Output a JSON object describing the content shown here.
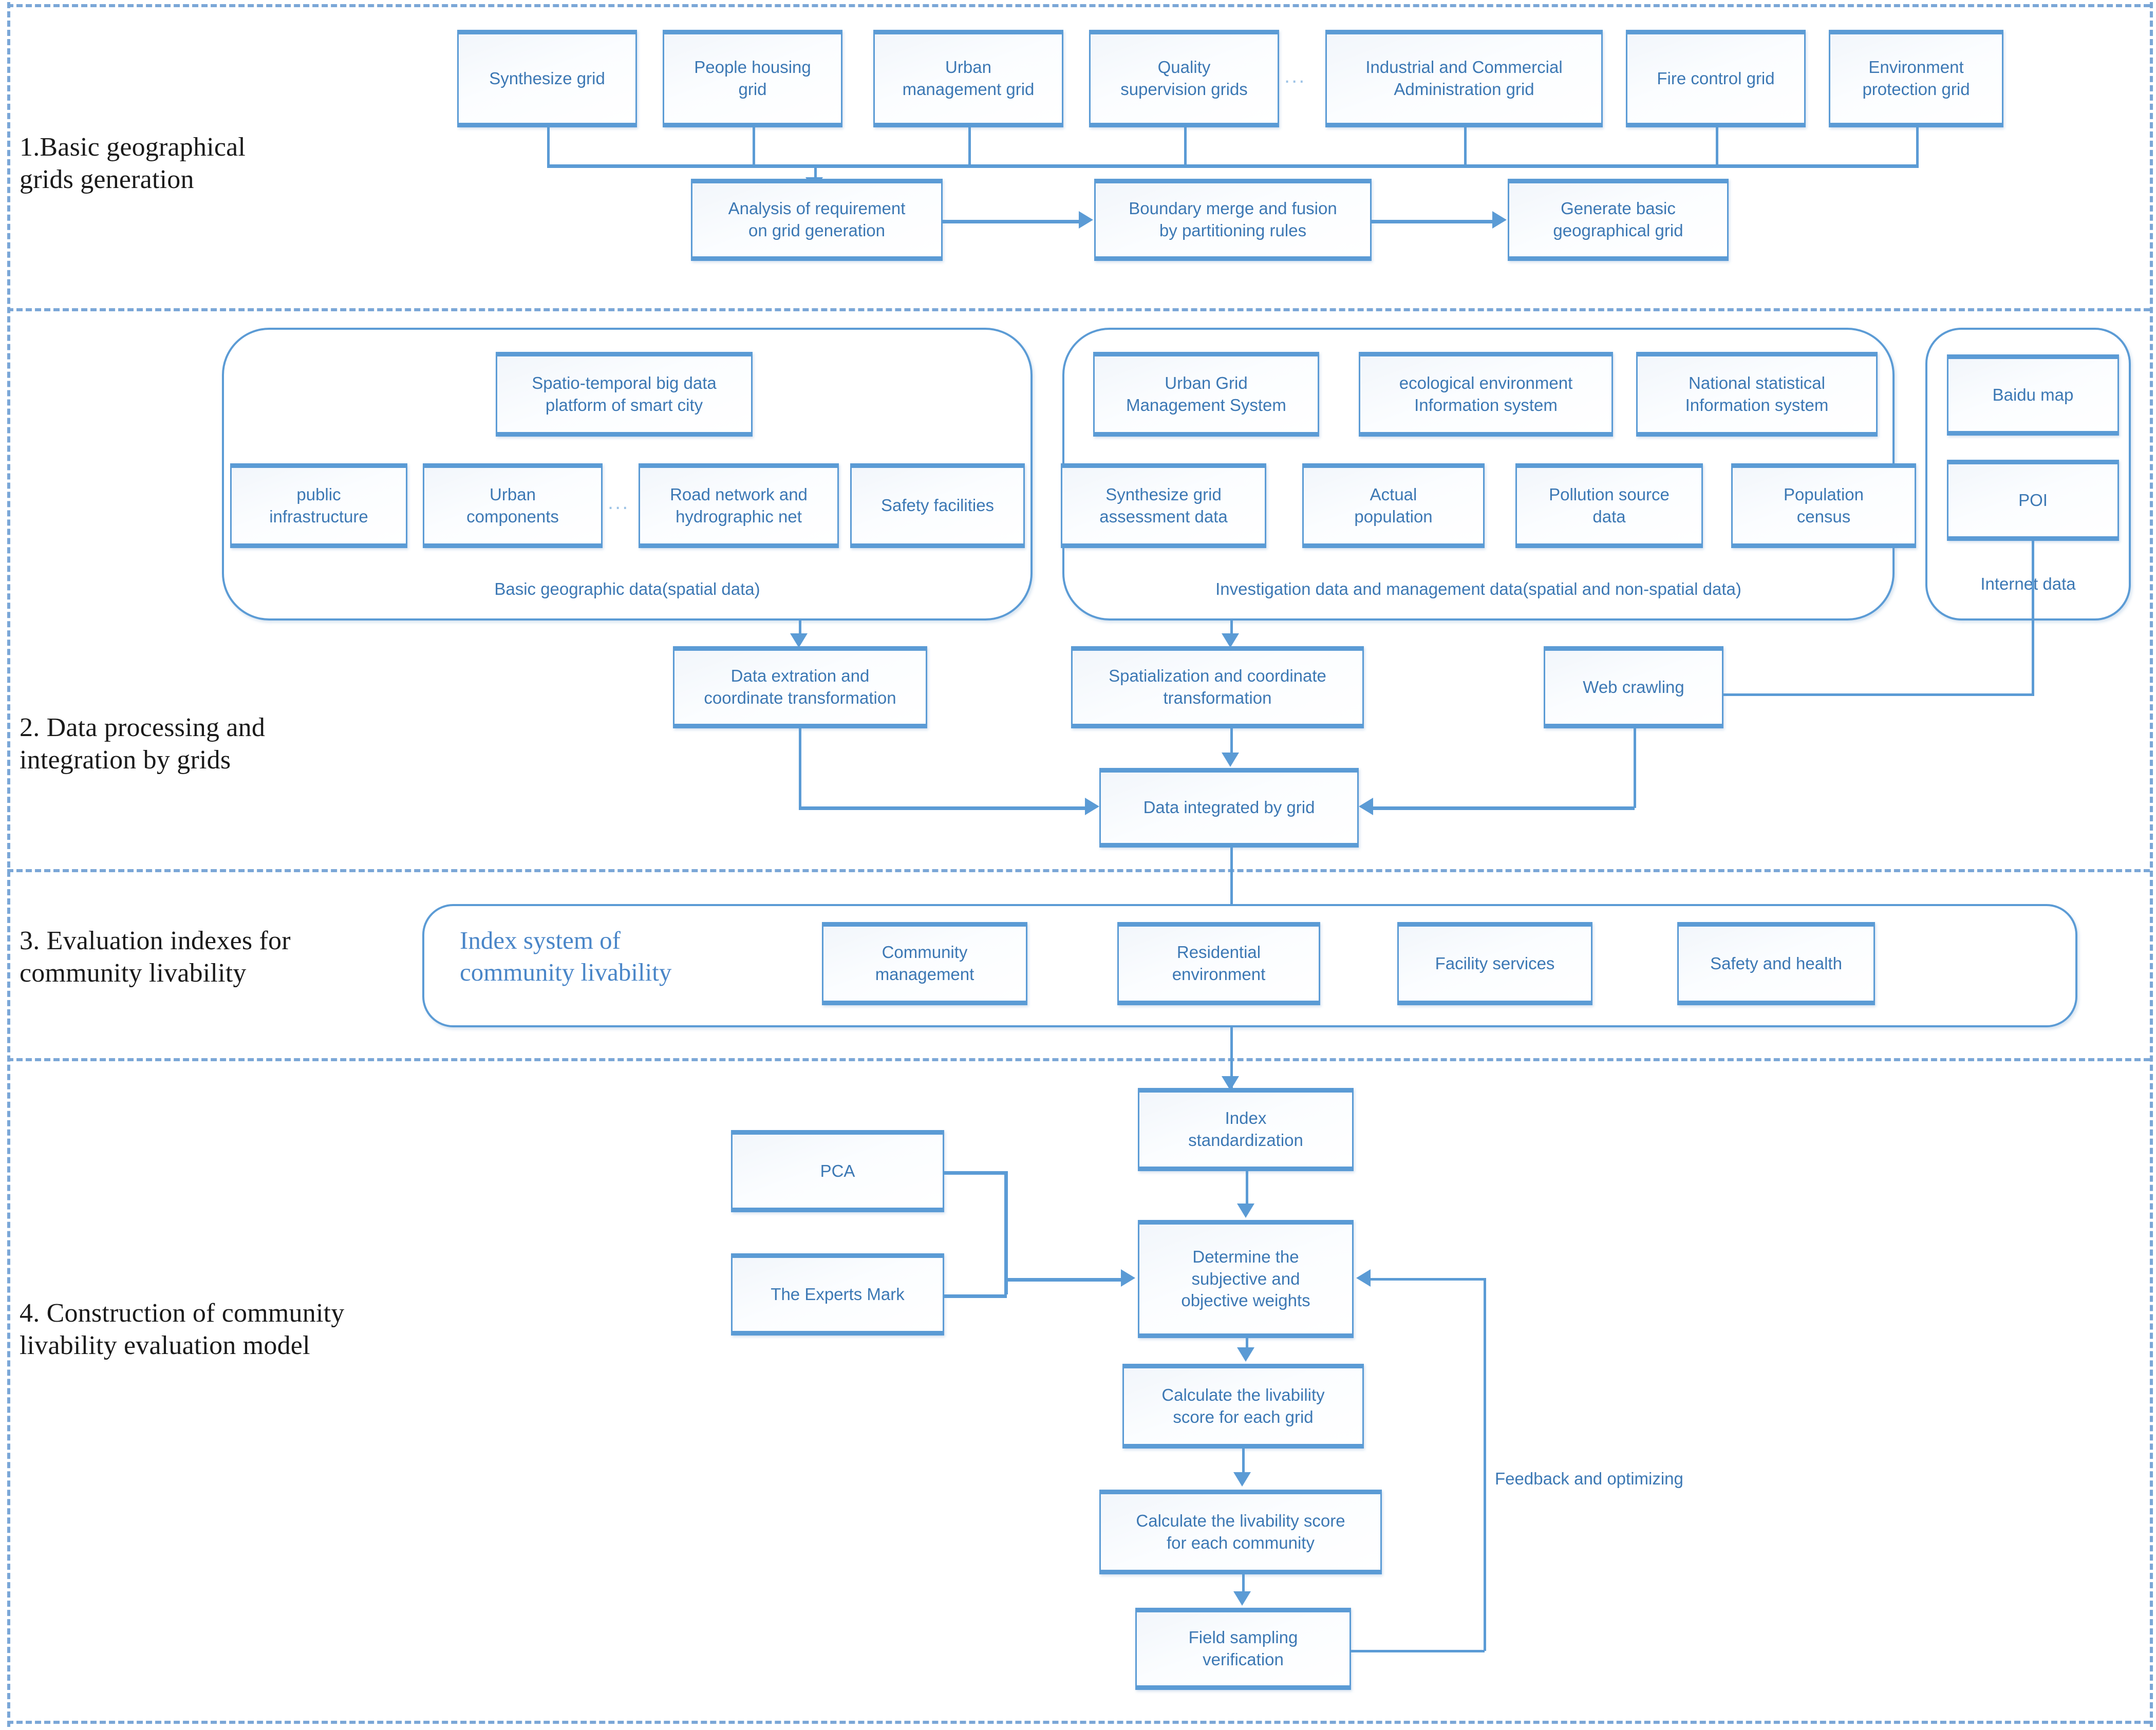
{
  "sections": [
    {
      "id": "s1",
      "title": "1.Basic geographical\ngrids generation"
    },
    {
      "id": "s2",
      "title": "2. Data  processing and\nintegration by grids"
    },
    {
      "id": "s3",
      "title": "3. Evaluation indexes for\ncommunity livability"
    },
    {
      "id": "s4",
      "title": "4. Construction of community\nlivability evaluation model"
    }
  ],
  "section1": {
    "grid_sources": [
      "Synthesize grid",
      "People housing\ngrid",
      "Urban\nmanagement grid",
      "Quality\nsupervision grids",
      "Industrial and Commercial\nAdministration grid",
      "Fire control grid",
      "Environment\nprotection grid"
    ],
    "ellipsis": "...",
    "process": [
      "Analysis of requirement\non grid generation",
      "Boundary merge and fusion\nby partitioning rules",
      "Generate basic\ngeographical grid"
    ]
  },
  "section2": {
    "groups": [
      {
        "caption": "Basic geographic data(spatial data)",
        "top_items": [
          "Spatio-temporal big data\nplatform of smart city"
        ],
        "bottom_items": [
          "public\ninfrastructure",
          "Urban\ncomponents",
          "Road network and\nhydrographic net",
          "Safety facilities"
        ],
        "ellipsis": "..."
      },
      {
        "caption": "Investigation data and management data(spatial and non-spatial data)",
        "top_items": [
          "Urban Grid\nManagement System",
          "ecological environment\nInformation system",
          "National statistical\nInformation system"
        ],
        "bottom_items": [
          "Synthesize grid\nassessment data",
          "Actual\npopulation",
          "Pollution source\ndata",
          "Population\ncensus"
        ]
      },
      {
        "caption": "Internet data",
        "top_items": [
          "Baidu map"
        ],
        "bottom_items": [
          "POI"
        ]
      }
    ],
    "process": [
      "Data extration and\ncoordinate transformation",
      "Spatialization and coordinate\ntransformation",
      "Web crawling"
    ],
    "integration": "Data integrated by grid"
  },
  "section3": {
    "index_system_title": "Index system of\ncommunity livability",
    "indexes": [
      "Community\nmanagement",
      "Residential\nenvironment",
      "Facility services",
      "Safety and health"
    ]
  },
  "section4": {
    "inputs": [
      "PCA",
      "The Experts Mark"
    ],
    "chain": [
      "Index\nstandardization",
      "Determine the\nsubjective and\nobjective weights",
      "Calculate the livability\nscore for each grid",
      "Calculate the livability score\nfor each community",
      "Field sampling\nverification"
    ],
    "feedback_label": "Feedback and optimizing"
  },
  "colors": {
    "accent": "#5B9BD5",
    "text_blue": "#3C78B4",
    "dash": "#7BA7D7"
  }
}
